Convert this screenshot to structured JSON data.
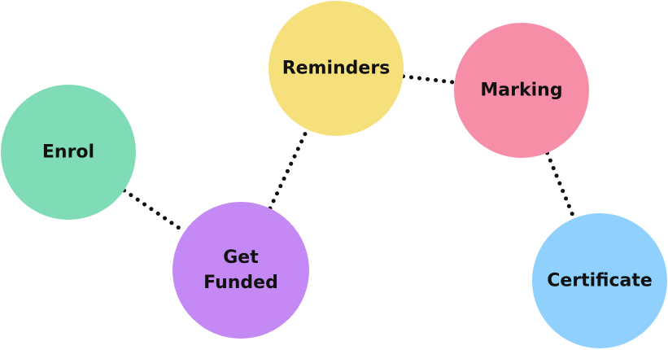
{
  "nodes": [
    {
      "id": "enrol",
      "lines": [
        "Enrol"
      ],
      "color": "#7fdcb6"
    },
    {
      "id": "get-funded",
      "lines": [
        "Get",
        "Funded"
      ],
      "color": "#c589f5"
    },
    {
      "id": "reminders",
      "lines": [
        "Reminders"
      ],
      "color": "#f6e07c"
    },
    {
      "id": "marking",
      "lines": [
        "Marking"
      ],
      "color": "#f78ea8"
    },
    {
      "id": "certificate",
      "lines": [
        "Certificate"
      ],
      "color": "#8fd0fc"
    }
  ],
  "edges": [
    {
      "from": "enrol",
      "to": "get-funded"
    },
    {
      "from": "get-funded",
      "to": "reminders"
    },
    {
      "from": "reminders",
      "to": "marking"
    },
    {
      "from": "marking",
      "to": "certificate"
    }
  ]
}
